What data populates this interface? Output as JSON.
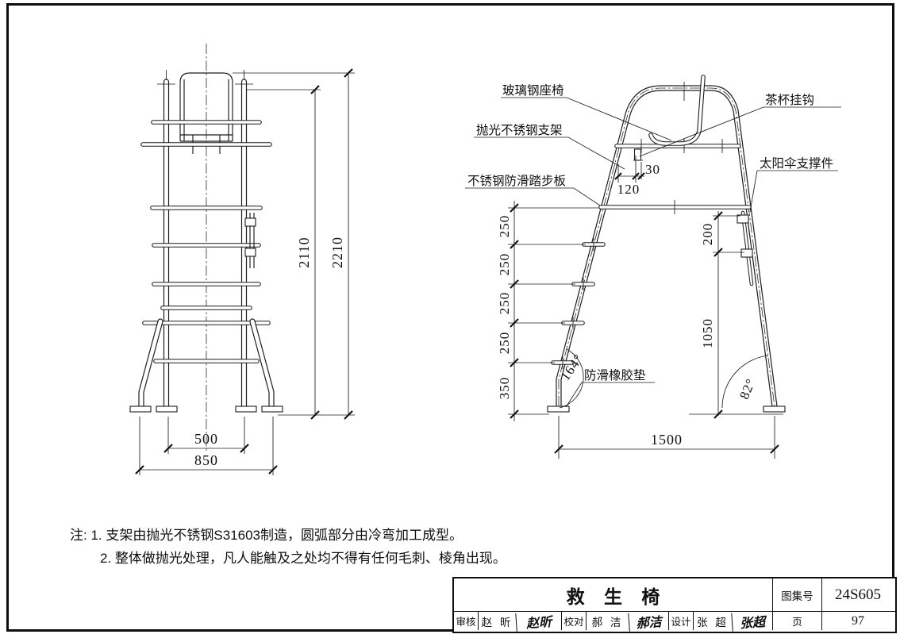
{
  "drawing": {
    "sheet_title": "救 生 椅",
    "notes": {
      "prefix": "注:",
      "items": [
        "1. 支架由抛光不锈钢S31603制造，圆弧部分由冷弯加工成型。",
        "2. 整体做抛光处理，凡人能触及之处均不得有任何毛刺、棱角出现。"
      ]
    },
    "front_view": {
      "dims": {
        "h_inner": "2110",
        "h_outer": "2210",
        "w_inner": "500",
        "w_outer": "850"
      }
    },
    "side_view": {
      "labels": {
        "seat": "玻璃钢座椅",
        "hook": "茶杯挂钩",
        "frame": "抛光不锈钢支架",
        "tread": "不锈钢防滑踏步板",
        "umbrella": "太阳伞支撑件",
        "pad": "防滑橡胶垫"
      },
      "dims": {
        "hook_width": "30",
        "hook_offset": "120",
        "steps": [
          "250",
          "250",
          "250",
          "250",
          "350"
        ],
        "clamp_gap": "200",
        "leg_height": "1050",
        "base": "1500",
        "angle_left": "164°",
        "angle_right": "82°"
      }
    }
  },
  "title_block": {
    "title": "救 生 椅",
    "atlas_label": "图集号",
    "atlas_no": "24S605",
    "page_label": "页",
    "page_no": "97",
    "reviewer_label": "审核",
    "reviewer_name": "赵 昕",
    "reviewer_sig": "赵昕",
    "checker_label": "校对",
    "checker_name": "郝 洁",
    "checker_sig": "郝洁",
    "designer_label": "设计",
    "designer_name": "张 超",
    "designer_sig": "张超"
  },
  "colors": {
    "ink": "#1a1a1a",
    "paper": "#ffffff"
  }
}
